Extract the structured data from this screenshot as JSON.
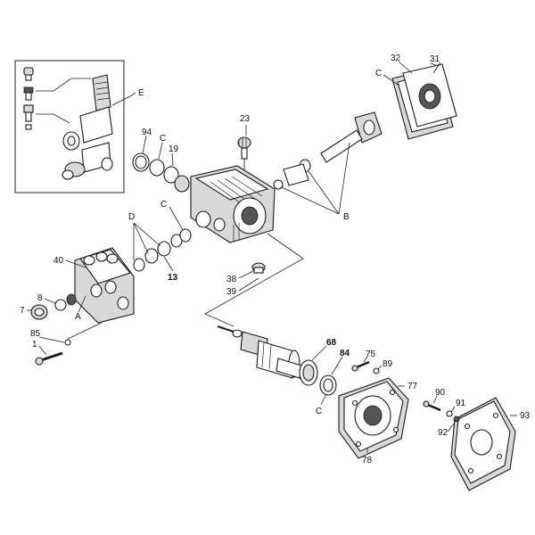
{
  "labels": {
    "l1": "1",
    "l7": "7",
    "l8": "8",
    "l13": "13",
    "l19": "19",
    "l23": "23",
    "l31": "31",
    "l32": "32",
    "l38": "38",
    "l39": "39",
    "l40": "40",
    "l68": "68",
    "l75": "75",
    "l77": "77",
    "l78": "78",
    "l84": "84",
    "l85": "85",
    "l89": "89",
    "l90": "90",
    "l91": "91",
    "l92": "92",
    "l93": "93",
    "l94": "94",
    "lA": "A",
    "lB": "B",
    "lC1": "C",
    "lC2": "C",
    "lC3": "C",
    "lC4": "C",
    "lD": "D",
    "lE": "E"
  }
}
